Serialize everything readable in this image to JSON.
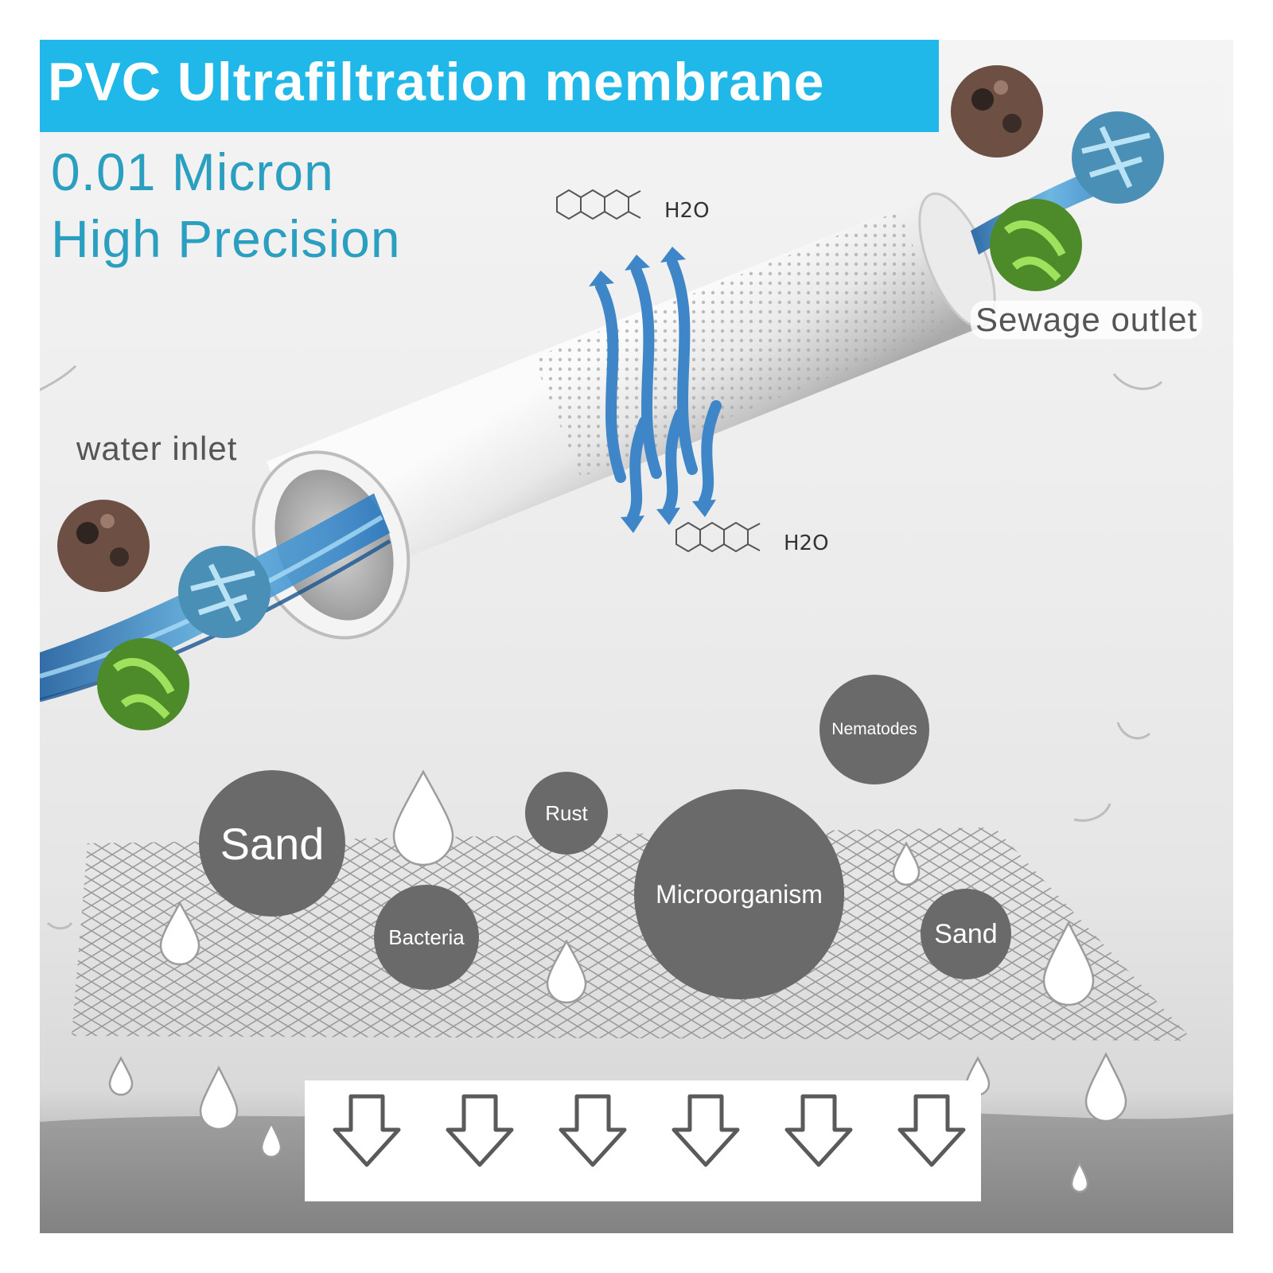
{
  "title": "PVC Ultrafiltration membrane",
  "subtitle": {
    "line1": "0.01 Micron",
    "line2": "High Precision"
  },
  "labels": {
    "inlet": "water inlet",
    "outlet": "Sewage outlet"
  },
  "molecule_label": "H2O",
  "particles": [
    {
      "label": "Sand"
    },
    {
      "label": "Bacteria"
    },
    {
      "label": "Rust"
    },
    {
      "label": "Microorganism"
    },
    {
      "label": "Nematodes"
    },
    {
      "label": "Sand"
    }
  ],
  "colors": {
    "title_bg": "#1fb8e8",
    "subtitle": "#2a9fc0",
    "particle": "#6a6a6a",
    "flow_arrow": "#3f86c8"
  },
  "icons": [
    "down-arrow-icon",
    "water-drop-icon",
    "flow-arrow-icon",
    "molecule-icon",
    "contaminant-icon"
  ],
  "down_arrow_count": 6
}
